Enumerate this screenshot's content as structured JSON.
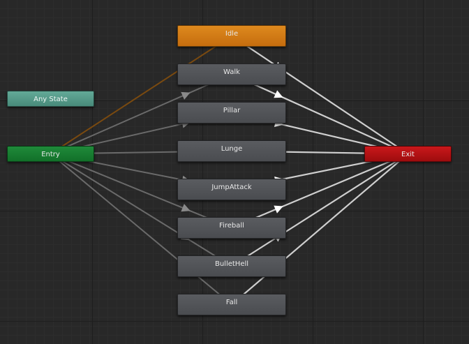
{
  "colors": {
    "default_state": "#4f5155",
    "default_state_node": "#4f5155",
    "entry_node": "#167a30",
    "exit_node": "#b51012",
    "any_state_node": "#55a08c",
    "transition": "#6a6a6a",
    "default_transition": "#7a4a10",
    "exit_transition": "#cfcfcf"
  },
  "nodes": [
    {
      "id": "any-state",
      "label": "Any State",
      "kind": "any"
    },
    {
      "id": "entry",
      "label": "Entry",
      "kind": "entry"
    },
    {
      "id": "exit",
      "label": "Exit",
      "kind": "exit"
    },
    {
      "id": "idle",
      "label": "Idle",
      "kind": "default-state"
    },
    {
      "id": "walk",
      "label": "Walk",
      "kind": "state"
    },
    {
      "id": "pillar",
      "label": "Pillar",
      "kind": "state"
    },
    {
      "id": "lunge",
      "label": "Lunge",
      "kind": "state"
    },
    {
      "id": "jumpattack",
      "label": "JumpAttack",
      "kind": "state"
    },
    {
      "id": "fireball",
      "label": "Fireball",
      "kind": "state"
    },
    {
      "id": "bullethell",
      "label": "BulletHell",
      "kind": "state"
    },
    {
      "id": "fall",
      "label": "Fall",
      "kind": "state"
    }
  ],
  "transitions": [
    {
      "from": "entry",
      "to": "idle",
      "kind": "default"
    },
    {
      "from": "entry",
      "to": "walk",
      "kind": "normal"
    },
    {
      "from": "entry",
      "to": "pillar",
      "kind": "normal"
    },
    {
      "from": "entry",
      "to": "lunge",
      "kind": "normal"
    },
    {
      "from": "entry",
      "to": "jumpattack",
      "kind": "normal"
    },
    {
      "from": "entry",
      "to": "fireball",
      "kind": "normal"
    },
    {
      "from": "entry",
      "to": "bullethell",
      "kind": "normal"
    },
    {
      "from": "entry",
      "to": "fall",
      "kind": "normal"
    },
    {
      "from": "idle",
      "to": "exit",
      "kind": "exit"
    },
    {
      "from": "walk",
      "to": "exit",
      "kind": "exit"
    },
    {
      "from": "pillar",
      "to": "exit",
      "kind": "exit"
    },
    {
      "from": "lunge",
      "to": "exit",
      "kind": "exit"
    },
    {
      "from": "jumpattack",
      "to": "exit",
      "kind": "exit"
    },
    {
      "from": "fireball",
      "to": "exit",
      "kind": "exit"
    },
    {
      "from": "bullethell",
      "to": "exit",
      "kind": "exit"
    },
    {
      "from": "fall",
      "to": "exit",
      "kind": "exit"
    }
  ]
}
